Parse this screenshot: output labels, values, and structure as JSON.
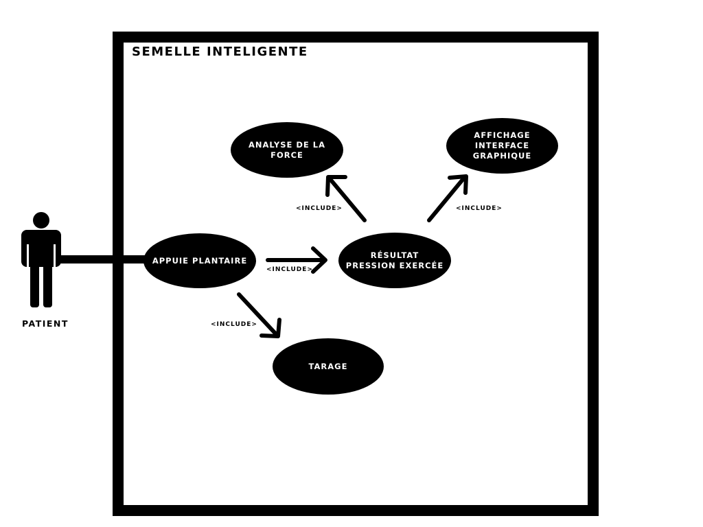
{
  "system": {
    "title": "SEMELLE INTELIGENTE"
  },
  "actor": {
    "label": "PATIENT"
  },
  "use_cases": {
    "appuie": "APPUIE PLANTAIRE",
    "resultat": "RÉSULTAT\nPRESSION EXERCÉE",
    "analyse": "ANALYSE  DE LA\nFORCE",
    "affichage": "AFFICHAGE\nINTERFACE\nGRAPHIQUE",
    "tarage": "TARAGE"
  },
  "relations": {
    "include_resultat": "<INCLUDE>",
    "include_tarage": "<INCLUDE>",
    "include_analyse": "<INCLUDE>",
    "include_affichage": "<INCLUDE>"
  },
  "colors": {
    "ink": "#000000",
    "background": "#ffffff",
    "ellipse_text": "#ffffff"
  }
}
